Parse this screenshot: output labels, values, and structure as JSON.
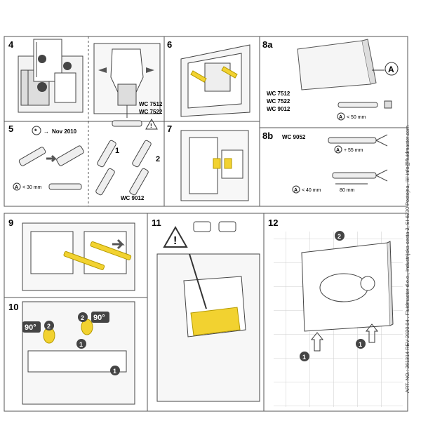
{
  "steps": {
    "s4": {
      "num": "4",
      "models": [
        "WC 7512",
        "WC 7522"
      ]
    },
    "s5": {
      "num": "5",
      "star_note": "Nov 2010",
      "measure": "< 30 mm",
      "model": "WC 9012",
      "arrow_labels": [
        "1",
        "2"
      ]
    },
    "s6": {
      "num": "6"
    },
    "s7": {
      "num": "7"
    },
    "s8a": {
      "num": "8a",
      "models": [
        "WC 7512",
        "WC 7522",
        "WC 9012"
      ],
      "measure": "< 50 mm",
      "callout": "A"
    },
    "s8b": {
      "num": "8b",
      "model": "WC 9052",
      "measure1": "+ 55 mm",
      "measure2": "< 40 mm",
      "dim": "80 mm"
    },
    "s9": {
      "num": "9"
    },
    "s10": {
      "num": "10",
      "angle": "90°",
      "badges": [
        "2",
        "2",
        "1",
        "1"
      ]
    },
    "s11": {
      "num": "11",
      "warning": "!"
    },
    "s12": {
      "num": "12",
      "badges": [
        "2",
        "1",
        "1"
      ]
    }
  },
  "footer": {
    "side_text": "ART. NO.: 261314 REV 2020.04 . Fluidmaster d.o.o., Industrijska cesta 2, SI-6230 Postojna, ☏ info@fluidmaster.com"
  },
  "colors": {
    "accent": "#f2d230",
    "line": "#333333",
    "badge": "#444444",
    "panel_bg": "#ffffff"
  }
}
